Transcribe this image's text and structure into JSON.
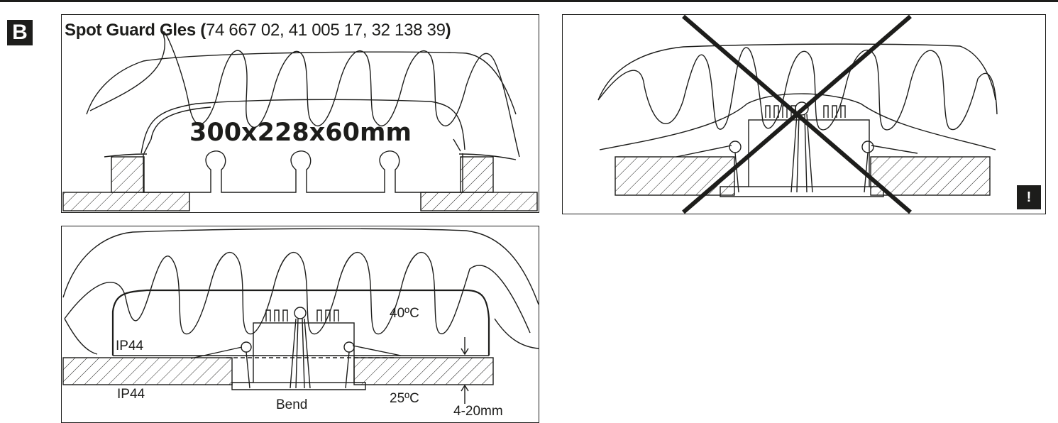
{
  "section": {
    "letter": "B",
    "warning_mark": "!"
  },
  "panel_a": {
    "title_product": "Spot Guard Gles",
    "title_open": "(",
    "title_codes": "74 667 02, 41 005 17, 32 138 39",
    "title_close": ")",
    "dimensions": "300x228x60mm"
  },
  "panel_c": {
    "ip_above": "IP44",
    "ip_below": "IP44",
    "temp_inside": "40ºC",
    "temp_below": "25ºC",
    "bend_label": "Bend",
    "thickness": "4-20mm"
  },
  "colors": {
    "ink": "#1d1d1b",
    "background": "#ffffff"
  }
}
